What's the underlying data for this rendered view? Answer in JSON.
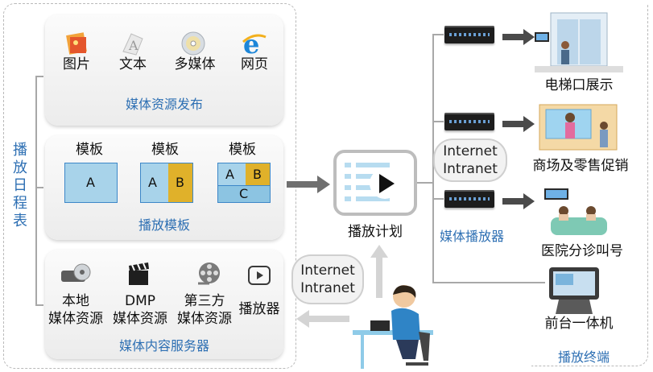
{
  "schedule_label": "播放日程表",
  "media_publish": {
    "items": [
      "图片",
      "文本",
      "多媒体",
      "网页"
    ],
    "caption": "媒体资源发布"
  },
  "templates": {
    "items": [
      {
        "title": "模板",
        "cells": [
          "A"
        ]
      },
      {
        "title": "模板",
        "cells": [
          "A",
          "B"
        ]
      },
      {
        "title": "模板",
        "cells": [
          "A",
          "B",
          "C"
        ]
      }
    ],
    "caption": "播放模板"
  },
  "content_server": {
    "items": [
      {
        "line1": "本地",
        "line2": "媒体资源"
      },
      {
        "line1": "DMP",
        "line2": "媒体资源"
      },
      {
        "line1": "第三方",
        "line2": "媒体资源"
      },
      {
        "line1": "播放器",
        "line2": ""
      }
    ],
    "caption": "媒体内容服务器"
  },
  "play_plan": "播放计划",
  "cloud_left": {
    "line1": "Internet",
    "line2": "Intranet"
  },
  "cloud_right": {
    "line1": "Internet",
    "line2": "Intranet"
  },
  "media_player": "媒体播放器",
  "terminals": {
    "items": [
      "电梯口展示",
      "商场及零售促销",
      "医院分诊叫号",
      "前台一体机"
    ],
    "caption": "播放终端"
  },
  "colors": {
    "accent": "#2d6fb3",
    "template_blue": "#a8d3ea",
    "template_gold": "#e0b12a",
    "arrow_gray": "#6f6f6f"
  }
}
